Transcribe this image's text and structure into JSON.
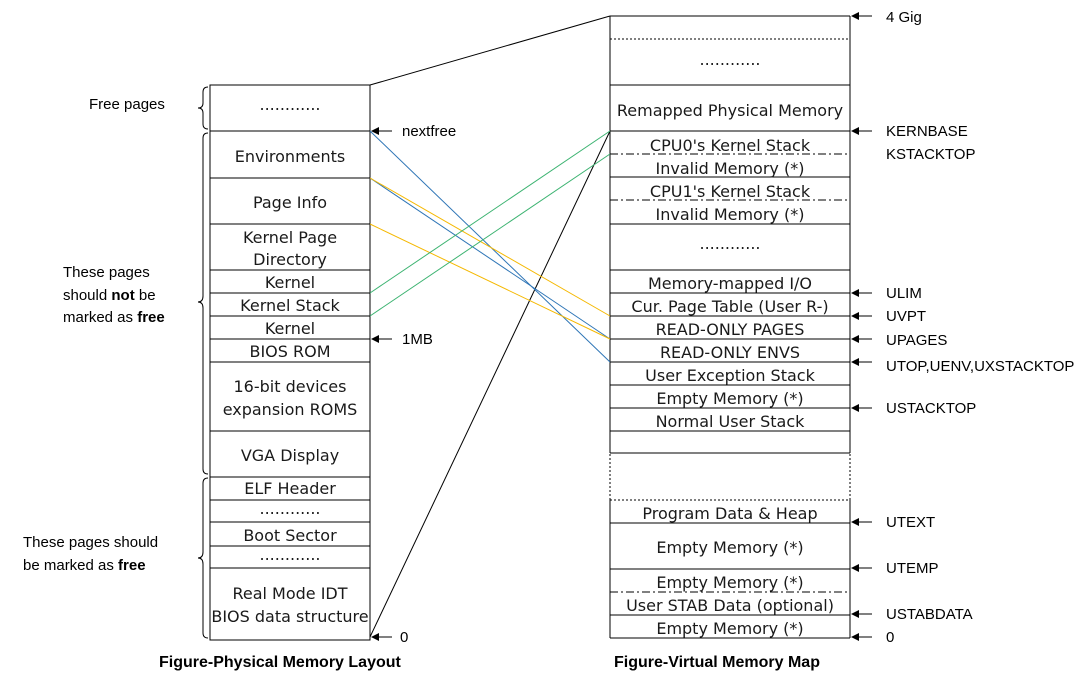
{
  "physical": {
    "caption": "Figure-Physical Memory Layout",
    "blocks": [
      "............",
      "Environments",
      "Page Info",
      "Kernel Page",
      "Directory",
      "Kernel",
      "Kernel Stack",
      "Kernel",
      "BIOS ROM",
      "16-bit devices",
      "expansion ROMS",
      "VGA Display",
      "ELF Header",
      "............",
      "Boot Sector",
      "............",
      "Real Mode IDT",
      "BIOS data structure"
    ],
    "pointers": [
      "nextfree",
      "1MB",
      "0"
    ],
    "brace_labels": {
      "free_pages": "Free pages",
      "not_free": [
        "These pages",
        "should ",
        "not",
        " be",
        "marked as ",
        "free"
      ],
      "free": [
        "These pages should",
        "be marked as ",
        "free"
      ]
    }
  },
  "virtual": {
    "caption": "Figure-Virtual Memory Map",
    "blocks": [
      "............",
      "Remapped Physical Memory",
      "CPU0's Kernel Stack",
      "Invalid Memory (*)",
      "CPU1's Kernel Stack",
      "Invalid Memory (*)",
      "............",
      "Memory-mapped I/O",
      "Cur. Page Table (User R-)",
      "READ-ONLY PAGES",
      "READ-ONLY ENVS",
      "User Exception Stack",
      "Empty Memory (*)",
      "Normal User Stack",
      "Program Data & Heap",
      "Empty Memory (*)",
      "Empty Memory (*)",
      "User STAB Data (optional)",
      "Empty Memory (*)"
    ],
    "pointers": [
      "4 Gig",
      "KERNBASE",
      "KSTACKTOP",
      "ULIM",
      "UVPT",
      "UPAGES",
      "UTOP,UENV,UXSTACKTOP",
      "USTACKTOP",
      "UTEXT",
      "UTEMP",
      "USTABDATA",
      "0"
    ]
  },
  "colors": {
    "blue": "#2e75b6",
    "green": "#3cb371",
    "orange": "#f5b800",
    "black": "#000000"
  }
}
